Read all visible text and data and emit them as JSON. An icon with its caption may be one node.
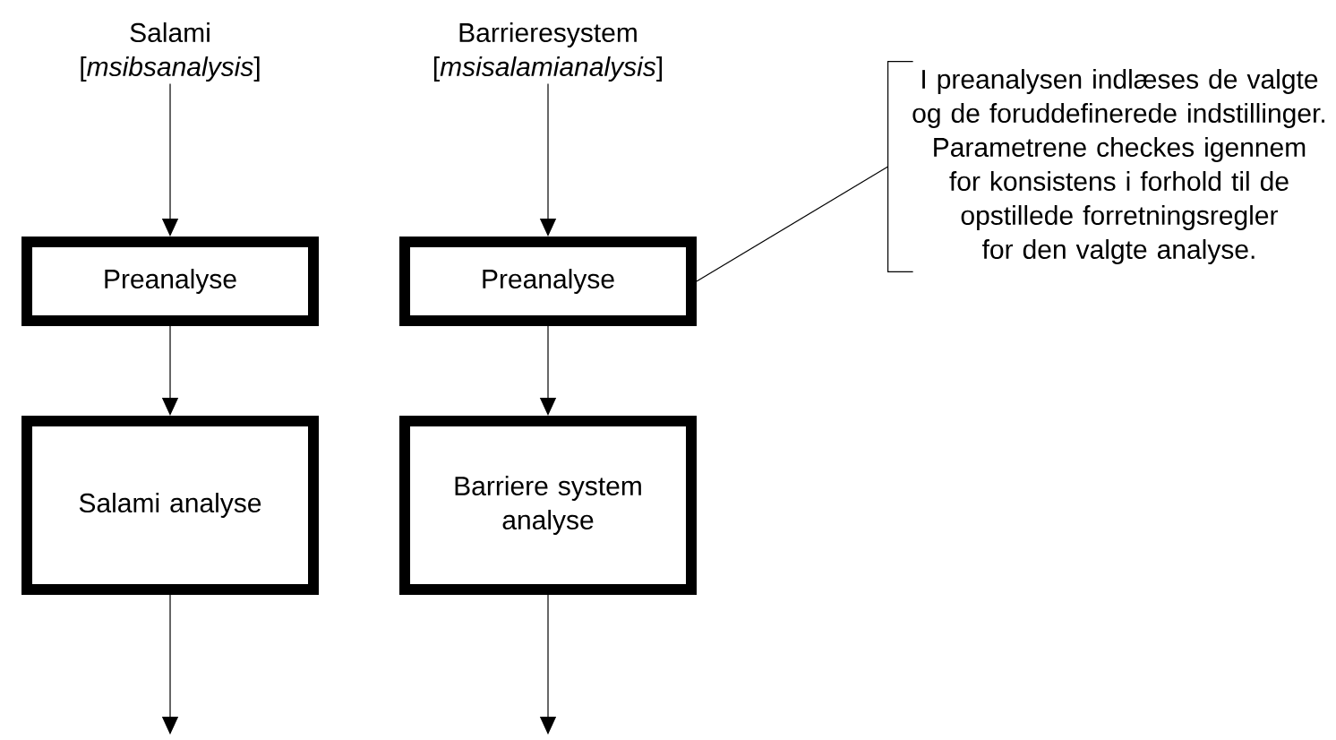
{
  "diagram": {
    "nodes": [
      {
        "text": [
          "Salami [*msibsanalysis*]"
        ]
      },
      {
        "text": [
          "Barrieresystem [*msisalamianalysis*]"
        ]
      },
      {
        "text": [
          "Preanalyse"
        ]
      },
      {
        "text": [
          "Preanalyse"
        ]
      },
      {
        "text": [
          "Salami analyse"
        ]
      },
      {
        "text": [
          "Barriere system analyse"
        ]
      },
      {
        "text": [
          "I preanalysen indlæses de valgte og de foruddefinerede indstillinger. Parametrene checkes igennem for konsistens i forhold til de opstillede forretningsregler for den valgte analyse."
        ]
      }
    ],
    "edges": [
      {
        "from": 0,
        "to": 2,
        "arrow": "to"
      },
      {
        "from": 1,
        "to": 3,
        "arrow": "to"
      },
      {
        "from": 2,
        "to": 4,
        "arrow": "to"
      },
      {
        "from": 3,
        "to": 5,
        "arrow": "to"
      },
      {
        "from": 4,
        "to": null,
        "arrow": "to"
      },
      {
        "from": 5,
        "to": null,
        "arrow": "to"
      },
      {
        "from": 6,
        "to": 3,
        "arrow": "none"
      }
    ]
  }
}
